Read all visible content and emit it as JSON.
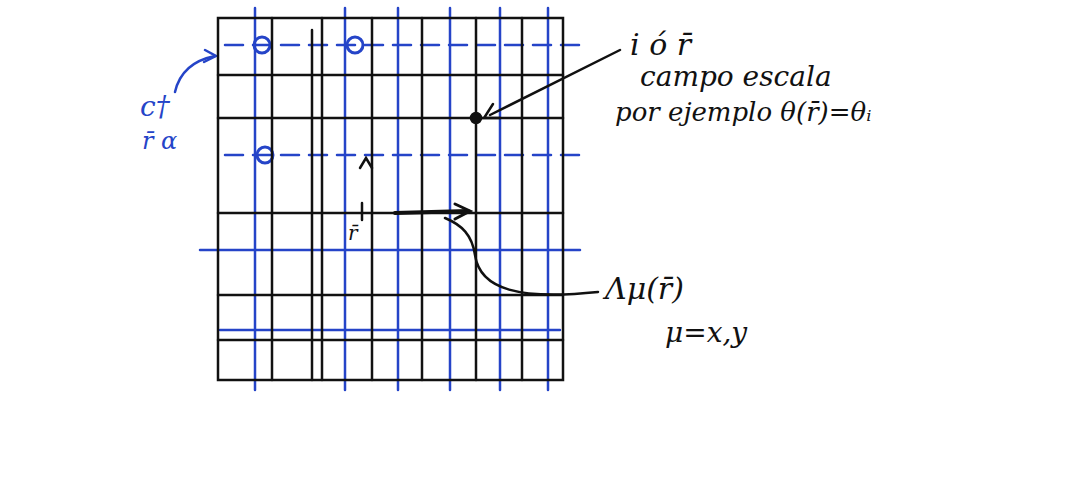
{
  "diagram": {
    "labels": [
      "i ó r̄",
      "campo escala",
      "por ejemplo θ(r̄)=θᵢ",
      "Λμ(r̄)",
      "μ=x,y",
      "c†",
      "r̄ α",
      "r̄"
    ]
  }
}
